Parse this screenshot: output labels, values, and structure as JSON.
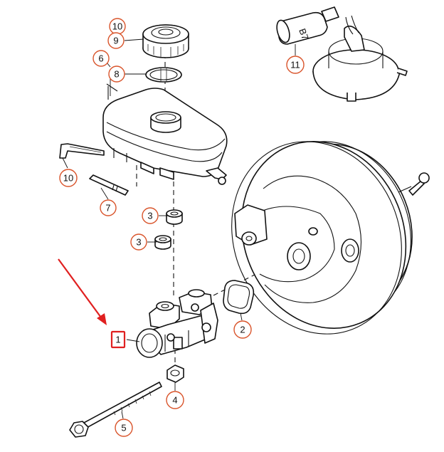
{
  "callouts": [
    {
      "id": "c10a",
      "label": "10"
    },
    {
      "id": "c9",
      "label": "9"
    },
    {
      "id": "c6",
      "label": "6"
    },
    {
      "id": "c8",
      "label": "8"
    },
    {
      "id": "c11",
      "label": "11"
    },
    {
      "id": "c10b",
      "label": "10"
    },
    {
      "id": "c7",
      "label": "7"
    },
    {
      "id": "c3a",
      "label": "3"
    },
    {
      "id": "c3b",
      "label": "3"
    },
    {
      "id": "c2",
      "label": "2"
    },
    {
      "id": "c4",
      "label": "4"
    },
    {
      "id": "c5",
      "label": "5"
    }
  ],
  "highlight": {
    "label": "1"
  },
  "sensor_text": "B7",
  "colors": {
    "callout_ring": "#d9542b",
    "highlight": "#e02020",
    "line": "#111111"
  }
}
